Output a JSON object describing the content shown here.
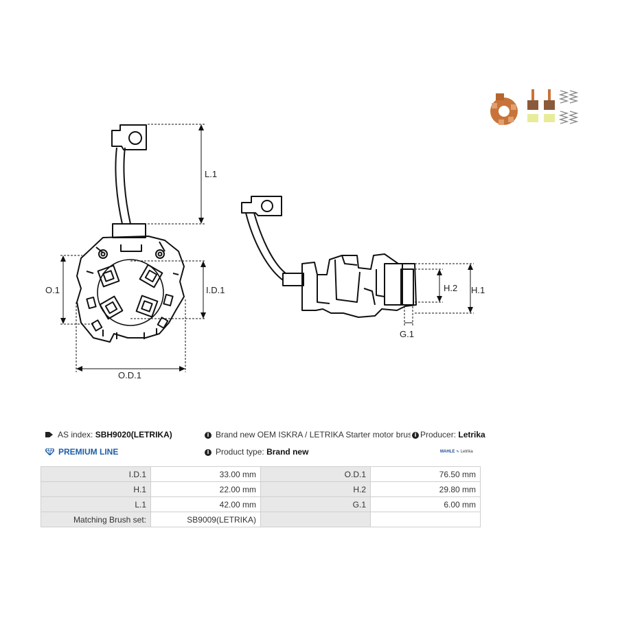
{
  "drawing": {
    "labels": {
      "l1": "L.1",
      "o1": "O.1",
      "id1": "I.D.1",
      "od1": "O.D.1",
      "h2": "H.2",
      "h1": "H.1",
      "g1": "G.1"
    }
  },
  "info": {
    "as_index_label": "AS index:",
    "as_index_value": "SBH9020(LETRIKA)",
    "description": "Brand new OEM ISKRA / LETRIKA Starter motor brush holder",
    "producer_label": "Producer:",
    "producer_value": "Letrika",
    "premium_line": "PREMIUM LINE",
    "product_type_label": "Product type:",
    "product_type_value": "Brand new",
    "logo_text_1": "MAHLE",
    "logo_text_2": "Letrika"
  },
  "specs": {
    "rows": [
      {
        "k1": "I.D.1",
        "v1": "33.00 mm",
        "k2": "O.D.1",
        "v2": "76.50 mm"
      },
      {
        "k1": "H.1",
        "v1": "22.00 mm",
        "k2": "H.2",
        "v2": "29.80 mm"
      },
      {
        "k1": "L.1",
        "v1": "42.00 mm",
        "k2": "G.1",
        "v2": "6.00 mm"
      },
      {
        "k1": "Matching Brush set:",
        "v1": "SB9009(LETRIKA)",
        "k2": "",
        "v2": ""
      }
    ]
  },
  "colors": {
    "premium_blue": "#1d5ea8",
    "table_header_bg": "#e8e8e8",
    "copper": "#c8733a"
  }
}
